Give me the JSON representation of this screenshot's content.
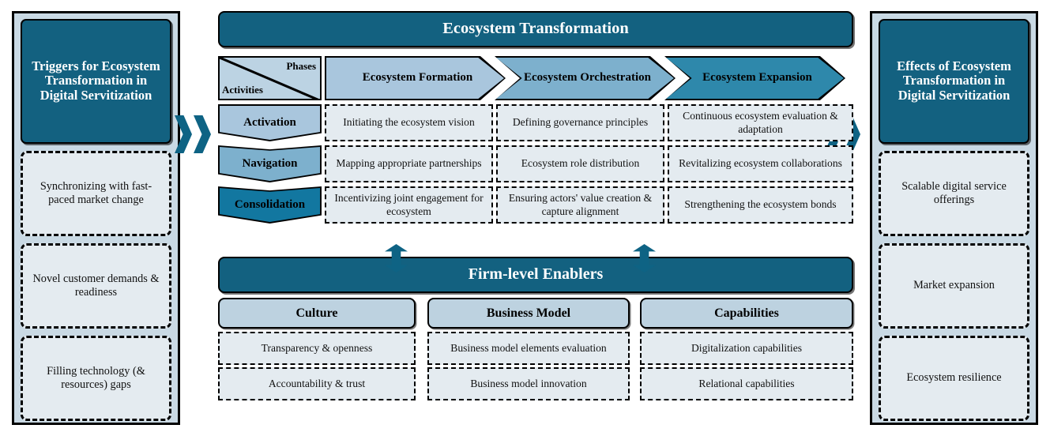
{
  "left_panel": {
    "title": "Triggers for Ecosystem Transformation in Digital Servitization",
    "items": [
      "Synchronizing with fast-paced market change",
      "Novel customer demands & readiness",
      "Filling technology (& resources) gaps"
    ]
  },
  "right_panel": {
    "title": "Effects of Ecosystem Transformation in Digital Servitization",
    "items": [
      "Scalable digital service offerings",
      "Market expansion",
      "Ecosystem resilience"
    ]
  },
  "centre": {
    "banner": "Ecosystem Transformation",
    "matrix_corner": {
      "phases_label": "Phases",
      "activities_label": "Activities"
    },
    "phases": [
      "Ecosystem Formation",
      "Ecosystem Orchestration",
      "Ecosystem Expansion"
    ],
    "activities": [
      "Activation",
      "Navigation",
      "Consolidation"
    ],
    "cells": [
      [
        "Initiating the ecosystem vision",
        "Defining governance principles",
        "Continuous ecosystem evaluation & adaptation"
      ],
      [
        "Mapping appropriate partnerships",
        "Ecosystem role distribution",
        "Revitalizing ecosystem collaborations"
      ],
      [
        "Incentivizing joint engagement for ecosystem",
        "Ensuring actors' value creation & capture alignment",
        "Strengthening the ecosystem bonds"
      ]
    ]
  },
  "enablers": {
    "banner": "Firm-level Enablers",
    "columns": [
      "Culture",
      "Business Model",
      "Capabilities"
    ],
    "rows": [
      [
        "Transparency & openness",
        "Business model elements evaluation",
        "Digitalization capabilities"
      ],
      [
        "Accountability & trust",
        "Business model innovation",
        "Relational capabilities"
      ]
    ]
  },
  "colors": {
    "dark_banner": "#136180",
    "arrow": "#0e6384",
    "phase_1": "#a9c6dd",
    "phase_2": "#7db0cd",
    "phase_3": "#2e88ab",
    "activity_1": "#a9c6dd",
    "activity_2": "#7db0cd",
    "activity_3": "#1277a0",
    "panel_bg": "#c9d9e4",
    "cell_bg": "#e4ebf0",
    "header_bg": "#bdd2e0"
  }
}
